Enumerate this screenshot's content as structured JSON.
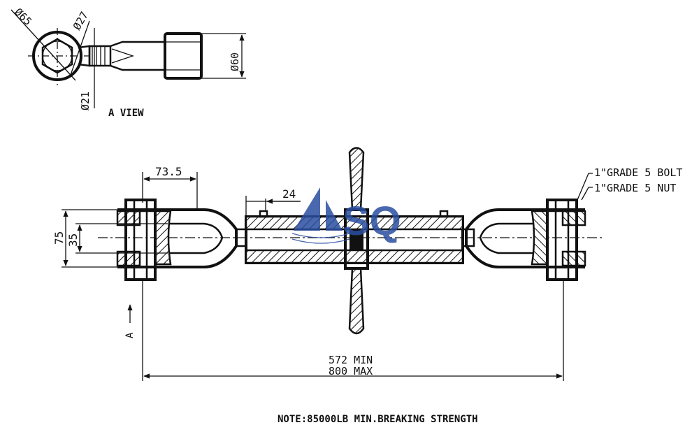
{
  "a_view": {
    "label": "A VIEW",
    "dims": {
      "outer_dia": "Ø65",
      "eye_dia": "Ø27",
      "pin_dia": "Ø21",
      "body_dia": "Ø60"
    }
  },
  "main_view": {
    "dims": {
      "eye_width": "73.5",
      "nut_width": "24",
      "height_outer": "75",
      "height_inner": "35",
      "length_min": "572 MIN",
      "length_max": "800 MAX"
    },
    "callouts": {
      "bolt": "1\"GRADE 5 BOLT",
      "nut": "1\"GRADE 5 NUT"
    },
    "section_marker": "A"
  },
  "watermark": {
    "text": "SQ",
    "color": "#2a4ea0"
  },
  "note": "NOTE:85000LB MIN.BREAKING STRENGTH"
}
